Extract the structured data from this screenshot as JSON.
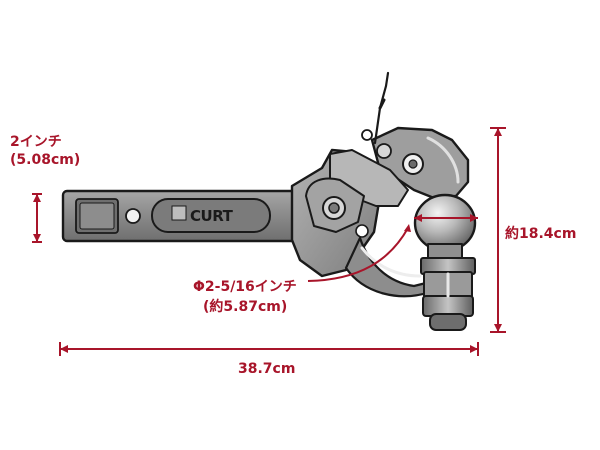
{
  "brand": {
    "logo_text": "CURT"
  },
  "dimensions": {
    "shank_height": {
      "line1": "2インチ",
      "line2": "(5.08cm)"
    },
    "ball_diameter": {
      "line1": "Φ2-5/16インチ",
      "line2": "(約5.87cm)"
    },
    "overall_height": {
      "label": "約18.4cm"
    },
    "overall_length": {
      "label": "38.7cm"
    }
  },
  "colors": {
    "dimension": "#a8152a",
    "outline": "#1a1a1a",
    "shank_fill": "#8a8a8a",
    "body_fill": "#9b9b9b",
    "chrome_light": "#d8d8d8"
  }
}
